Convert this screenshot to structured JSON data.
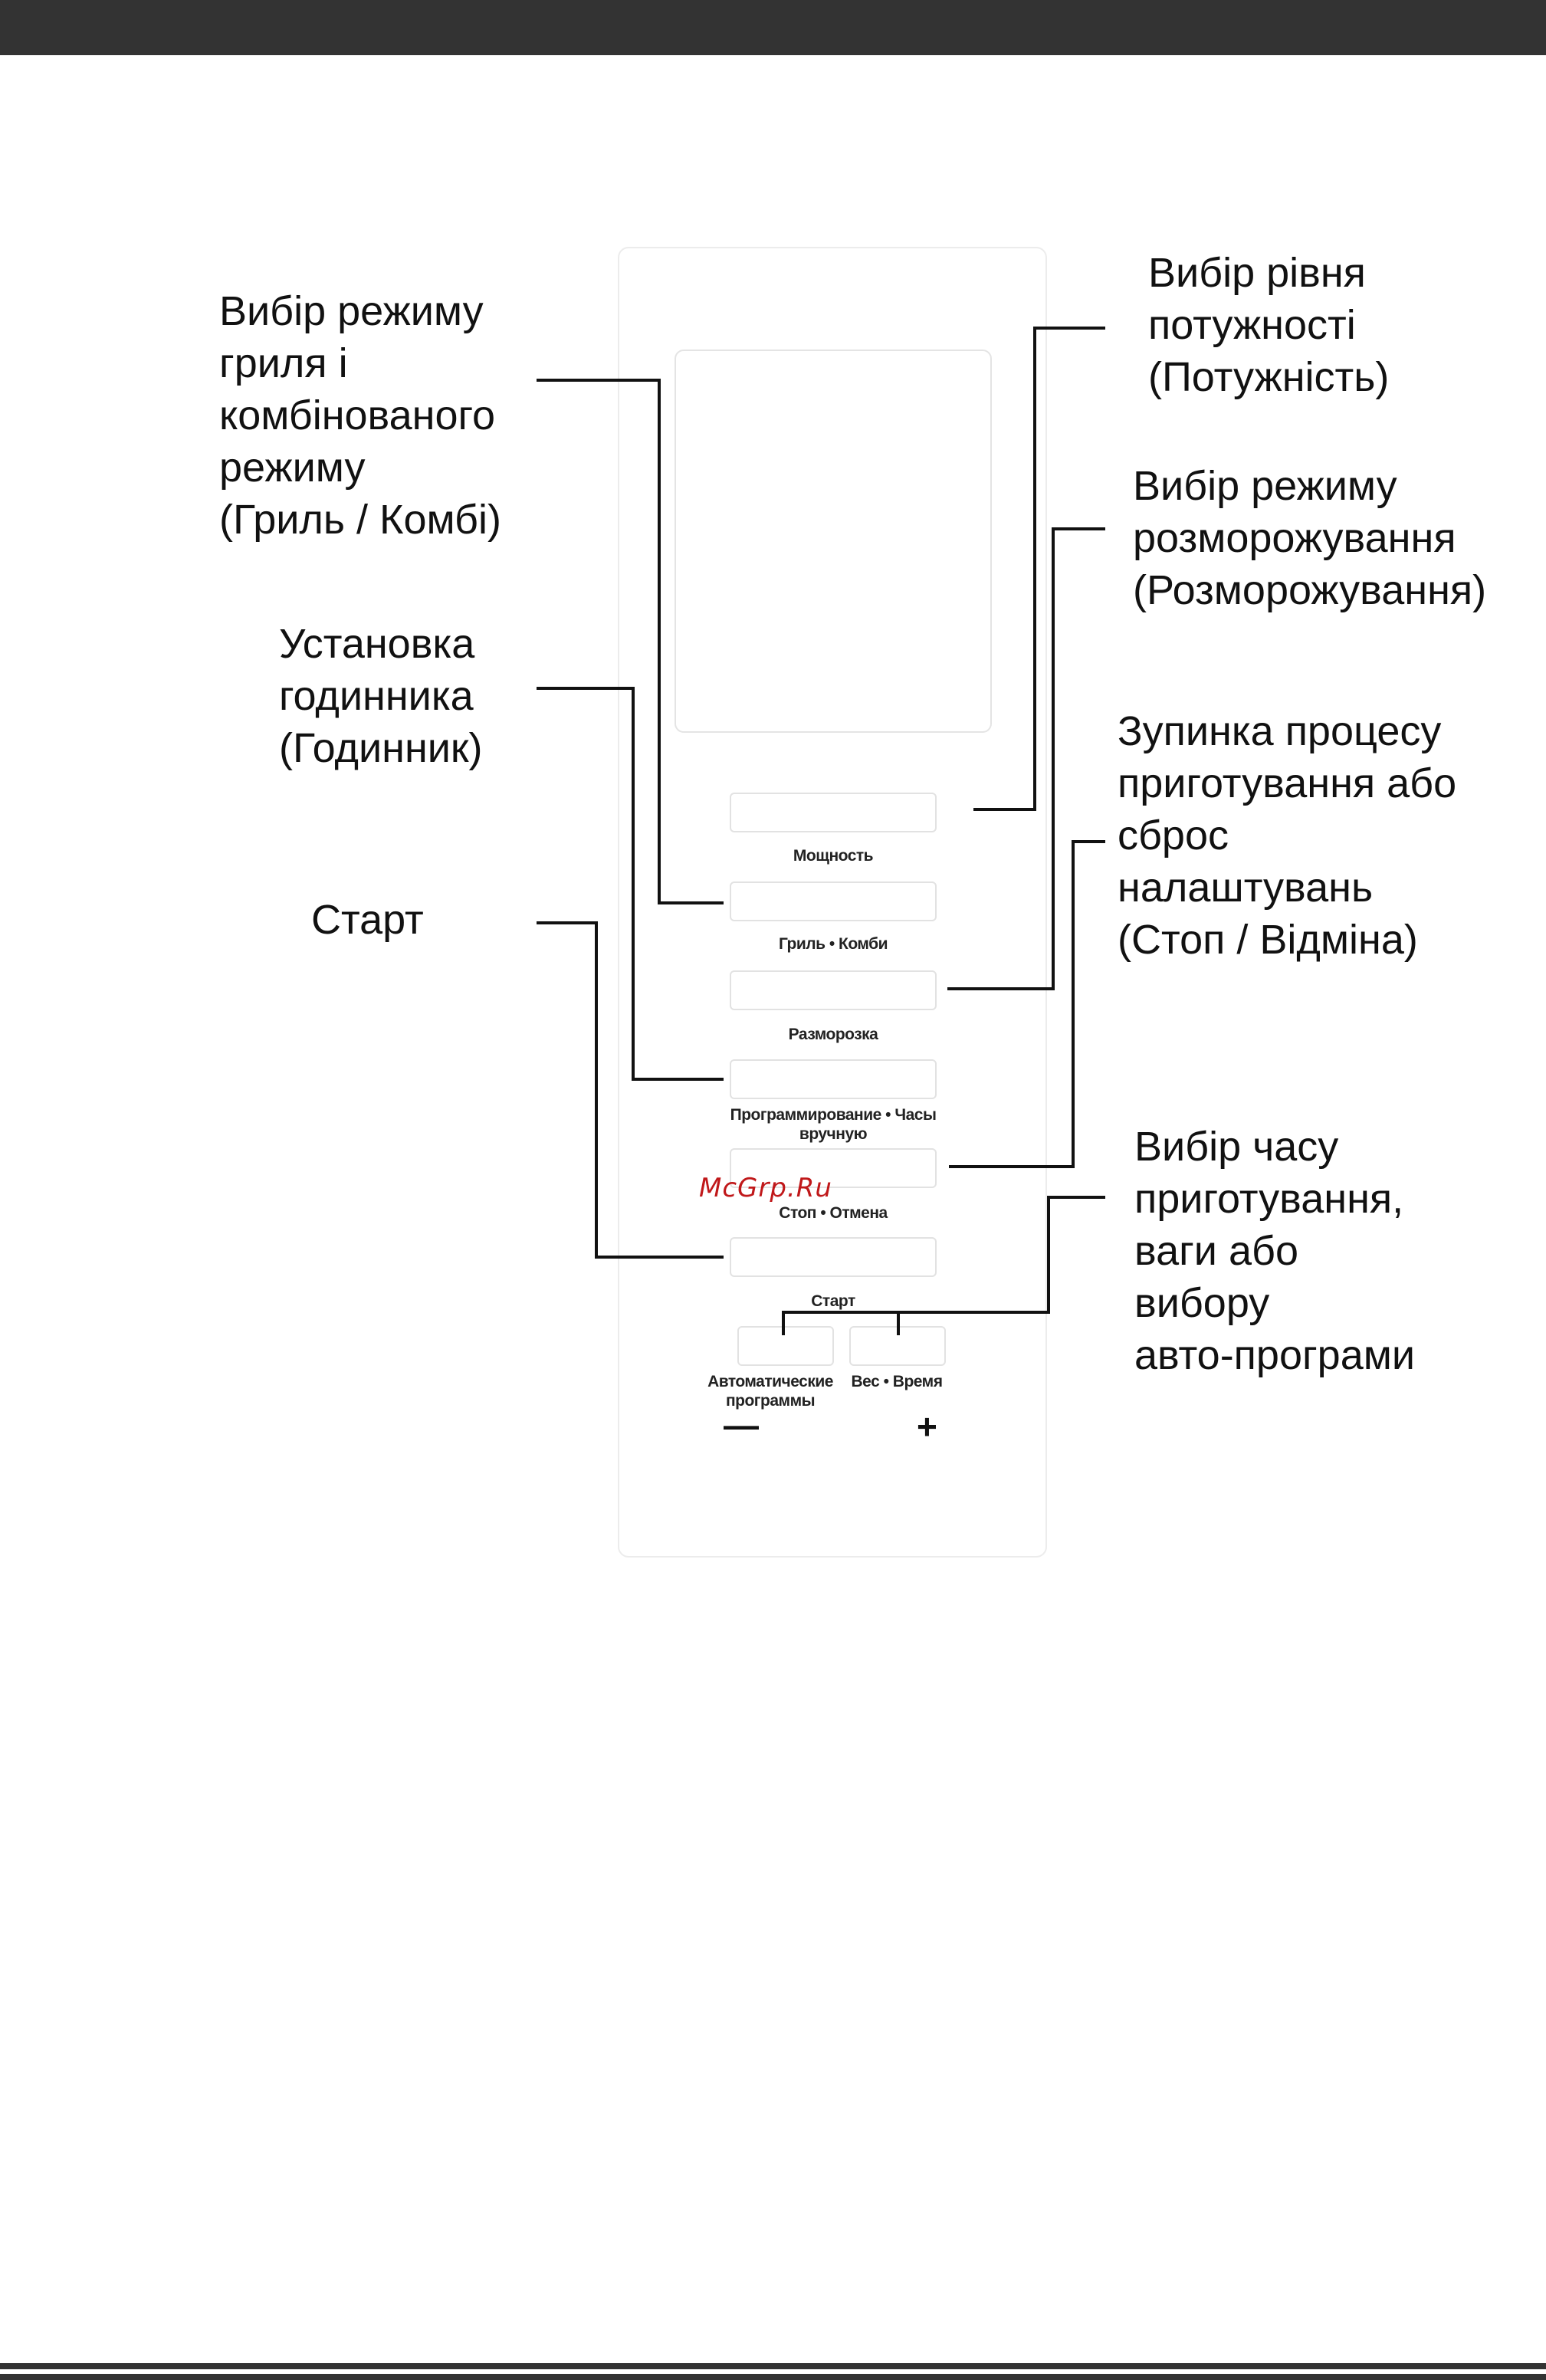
{
  "panel": {
    "buttons": [
      {
        "id": "power",
        "label": "Мощность"
      },
      {
        "id": "grill",
        "label": "Гриль • Комби"
      },
      {
        "id": "defrost",
        "label": "Разморозка"
      },
      {
        "id": "clock",
        "label_lines": [
          "Программирование • Часы",
          "вручную"
        ]
      },
      {
        "id": "stop",
        "label": "Стоп • Отмена"
      },
      {
        "id": "start",
        "label": "Старт"
      }
    ],
    "auto_label_lines": [
      "Автоматические",
      "программы"
    ],
    "weight_label": "Вес • Время",
    "minus_sign": "—",
    "plus_sign": "+"
  },
  "callouts": {
    "grill": [
      "Вибір режиму",
      "гриля і",
      "комбінованого",
      "режиму",
      "(Гриль / Комбі)"
    ],
    "clock": [
      "Установка",
      "годинника",
      "(Годинник)"
    ],
    "start": [
      "Старт"
    ],
    "power": [
      "Вибір рівня",
      "потужності",
      "(Потужність)"
    ],
    "defrost": [
      "Вибір режиму",
      "розморожування",
      "(Розморожування)"
    ],
    "stop": [
      "Зупинка процесу",
      "приготування або",
      "сброс",
      "налаштувань",
      "(Стоп / Відміна)"
    ],
    "time": [
      "Вибір часу",
      "приготування,",
      "ваги або",
      "вибору",
      "авто-програми"
    ]
  },
  "watermark": "McGrp.Ru",
  "colors": {
    "frame": "#333333",
    "watermark": "#c0181a"
  }
}
